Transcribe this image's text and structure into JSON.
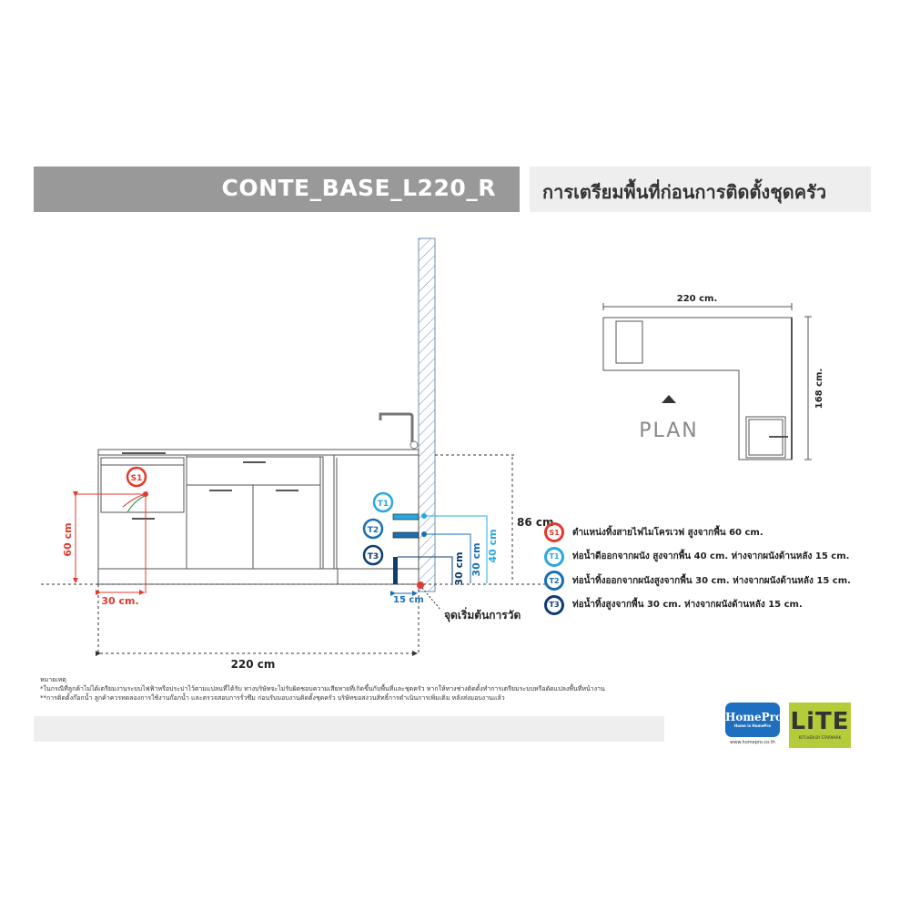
{
  "header": {
    "model": "CONTE_BASE_L220_R",
    "title": "การเตรียมพื้นที่ก่อนการติดตั้งชุดครัว"
  },
  "elevation": {
    "s1_badge": "S1",
    "t1_badge": "T1",
    "t2_badge": "T2",
    "t3_badge": "T3",
    "s1_height": "60 cm",
    "s1_offset": "30 cm.",
    "total_height": "86 cm",
    "t1_height": "40 cm",
    "t2_height": "30 cm",
    "t3_height": "30 cm",
    "pipe_offset": "15 cm",
    "origin_label": "จุดเริ่มต้นการวัด",
    "total_width": "220 cm"
  },
  "plan": {
    "width": "220 cm.",
    "depth": "168 cm.",
    "label": "PLAN"
  },
  "legend": [
    {
      "badge": "S1",
      "color": "#e4392b",
      "text": "ตำแหน่งทิ้งสายไฟไมโครเวฟ สูงจากพื้น 60 cm."
    },
    {
      "badge": "T1",
      "color": "#29a8e0",
      "text": "ท่อน้ำดีออกจากผนัง สูงจากพื้น 40 cm. ห่างจากผนังด้านหลัง 15 cm."
    },
    {
      "badge": "T2",
      "color": "#1b6fb0",
      "text": "ท่อน้ำทิ้งออกจากผนังสูงจากพื้น 30 cm. ห่างจากผนังด้านหลัง 15 cm."
    },
    {
      "badge": "T3",
      "color": "#0d3c73",
      "text": "ท่อน้ำทิ้งสูงจากพื้น 30 cm. ห่างจากผนังด้านหลัง 15 cm."
    }
  ],
  "notes": {
    "title": "หมายเหตุ",
    "line1": "*ในกรณีที่ลูกค้าไม่ได้เตรียมงานระบบไฟฟ้าหรือประปาไว้ตามแปลนที่ได้รับ ทางบริษัทจะไม่รับผิดชอบความเสียหายที่เกิดขึ้นกับพื้นที่และชุดครัว หากให้ทางช่างติดตั้งทำการเตรียมระบบหรือดัดแปลงพื้นที่หน้างาน",
    "line2": "**การติดตั้งก๊อกน้ำ ลูกค้าควรทดลองการใช้งานก๊อกน้ำ และตรวจสอบการรั่วซึม ก่อนรับมอบงานติดตั้งชุดครัว บริษัทขอสงวนสิทธิ์การดำเนินการเพิ่มเติม หลังส่งมอบงานแล้ว"
  },
  "logos": {
    "homepro": "HomePro",
    "homepro_tagline": "Home is HomePro",
    "homepro_url": "www.homepro.co.th",
    "lite": "LiTE",
    "lite_tagline": "KITCHEN BY STARMARK"
  },
  "colors": {
    "s1": "#e4392b",
    "t1": "#29a8e0",
    "t2": "#1b6fb0",
    "t3": "#0d3c73",
    "header": "#999999"
  }
}
